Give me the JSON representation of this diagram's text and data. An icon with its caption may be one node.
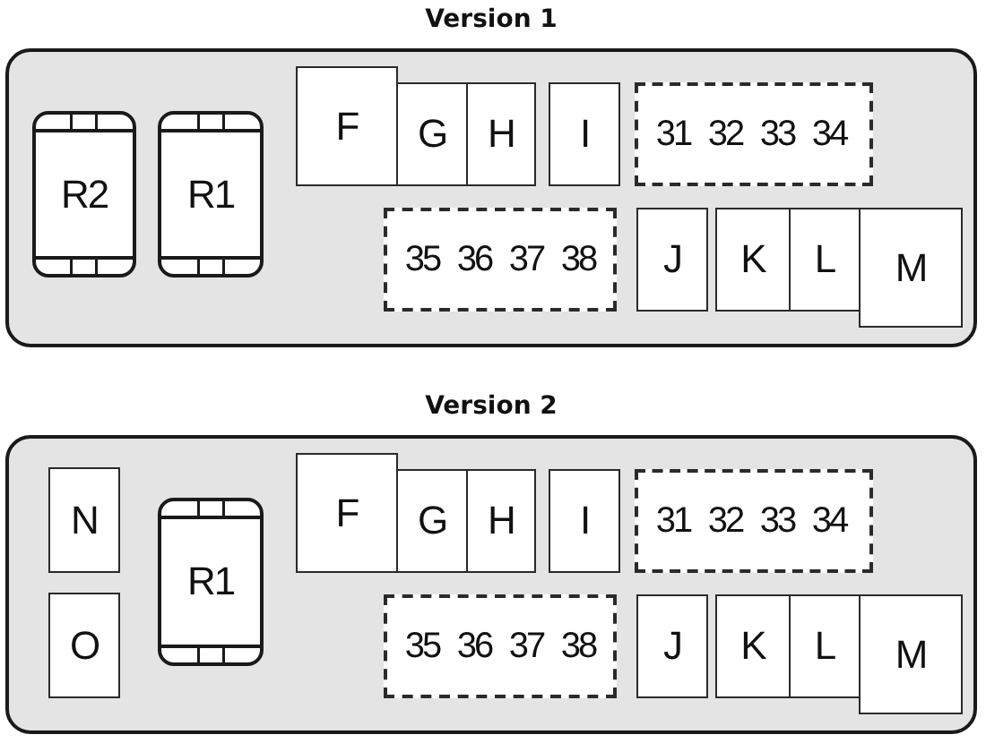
{
  "diagram": {
    "nodes": [
      {
        "text": [
          "Version 1"
        ]
      },
      {
        "text": [
          "R2"
        ],
        "in": 0
      },
      {
        "text": [
          "R1"
        ],
        "in": 0
      },
      {
        "text": [
          "F"
        ],
        "in": 0
      },
      {
        "text": [
          "G"
        ],
        "in": 0
      },
      {
        "text": [
          "H"
        ],
        "in": 0
      },
      {
        "text": [
          "I"
        ],
        "in": 0
      },
      {
        "text": [],
        "shape": "box",
        "in": 0
      },
      {
        "text": [
          "31"
        ],
        "in": 7
      },
      {
        "text": [
          "32"
        ],
        "in": 7
      },
      {
        "text": [
          "33"
        ],
        "in": 7
      },
      {
        "text": [
          "34"
        ],
        "in": 7
      },
      {
        "text": [],
        "shape": "box",
        "in": 0
      },
      {
        "text": [
          "35"
        ],
        "in": 12
      },
      {
        "text": [
          "36"
        ],
        "in": 12
      },
      {
        "text": [
          "37"
        ],
        "in": 12
      },
      {
        "text": [
          "38"
        ],
        "in": 12
      },
      {
        "text": [
          "J"
        ],
        "in": 0
      },
      {
        "text": [
          "K"
        ],
        "in": 0
      },
      {
        "text": [
          "L"
        ],
        "in": 0
      },
      {
        "text": [
          "M"
        ],
        "in": 0
      },
      {
        "text": [
          "Version 2"
        ]
      },
      {
        "text": [
          "N"
        ],
        "in": 21
      },
      {
        "text": [
          "O"
        ],
        "in": 21
      },
      {
        "text": [
          "R1"
        ],
        "in": 21
      },
      {
        "text": [
          "F"
        ],
        "in": 21
      },
      {
        "text": [
          "G"
        ],
        "in": 21
      },
      {
        "text": [
          "H"
        ],
        "in": 21
      },
      {
        "text": [
          "I"
        ],
        "in": 21
      },
      {
        "text": [],
        "shape": "box",
        "in": 21
      },
      {
        "text": [
          "31"
        ],
        "in": 29
      },
      {
        "text": [
          "32"
        ],
        "in": 29
      },
      {
        "text": [
          "33"
        ],
        "in": 29
      },
      {
        "text": [
          "34"
        ],
        "in": 29
      },
      {
        "text": [],
        "shape": "box",
        "in": 21
      },
      {
        "text": [
          "35"
        ],
        "in": 34
      },
      {
        "text": [
          "36"
        ],
        "in": 34
      },
      {
        "text": [
          "37"
        ],
        "in": 34
      },
      {
        "text": [
          "38"
        ],
        "in": 34
      },
      {
        "text": [
          "J"
        ],
        "in": 21
      },
      {
        "text": [
          "K"
        ],
        "in": 21
      },
      {
        "text": [
          "L"
        ],
        "in": 21
      },
      {
        "text": [
          "M"
        ],
        "in": 21
      }
    ]
  }
}
